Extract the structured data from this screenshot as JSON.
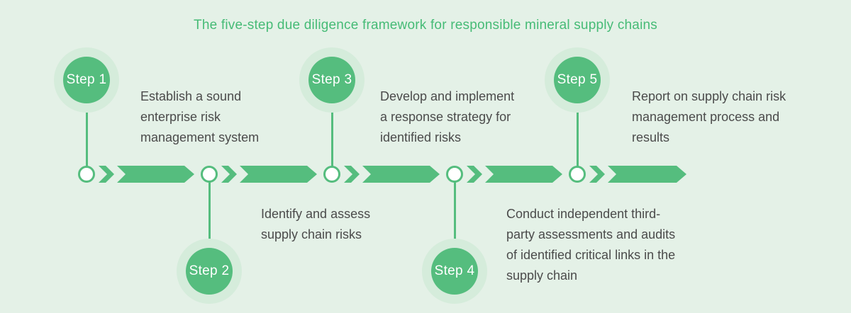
{
  "title": "The five-step due diligence framework for responsible mineral supply chains",
  "colors": {
    "background": "#e4f1e7",
    "accent_green": "#55bd7e",
    "halo_green": "#d5ecdb",
    "title_green": "#46bb76",
    "body_text": "#4b4b4b",
    "node_fill": "#ffffff"
  },
  "steps": [
    {
      "label": "Step 1",
      "lines": [
        "Establish a sound",
        "enterprise risk",
        "management system"
      ]
    },
    {
      "label": "Step 2",
      "lines": [
        "Identify and assess",
        "supply chain risks"
      ]
    },
    {
      "label": "Step 3",
      "lines": [
        "Develop and implement",
        "a response strategy for",
        "identified risks"
      ]
    },
    {
      "label": "Step 4",
      "lines": [
        "Conduct independent third-",
        "party assessments and audits",
        "of identified critical links in the",
        "supply chain"
      ]
    },
    {
      "label": "Step 5",
      "lines": [
        "Report on supply chain risk",
        "management process and",
        "results"
      ]
    }
  ]
}
